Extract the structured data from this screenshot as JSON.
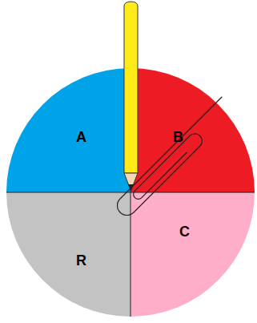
{
  "diagram": {
    "nodes": [
      {
        "text": [
          "A"
        ]
      },
      {
        "text": [
          "B"
        ]
      },
      {
        "text": [
          "R"
        ]
      },
      {
        "text": [
          "C"
        ]
      }
    ]
  }
}
